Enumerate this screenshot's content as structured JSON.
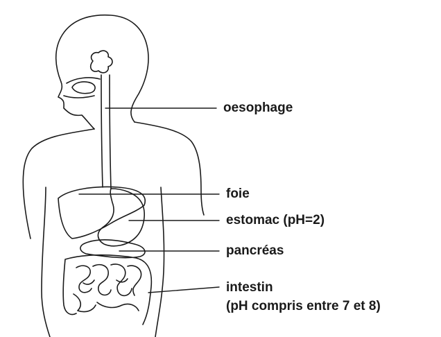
{
  "labels": {
    "oesophage": "oesophage",
    "foie": "foie",
    "estomac": "estomac (pH=2)",
    "pancreas": "pancréas",
    "intestin": "intestin",
    "intestin_ph": "(pH compris entre 7 et 8)"
  },
  "colors": {
    "stroke": "#1a1a1a",
    "background": "#ffffff"
  }
}
